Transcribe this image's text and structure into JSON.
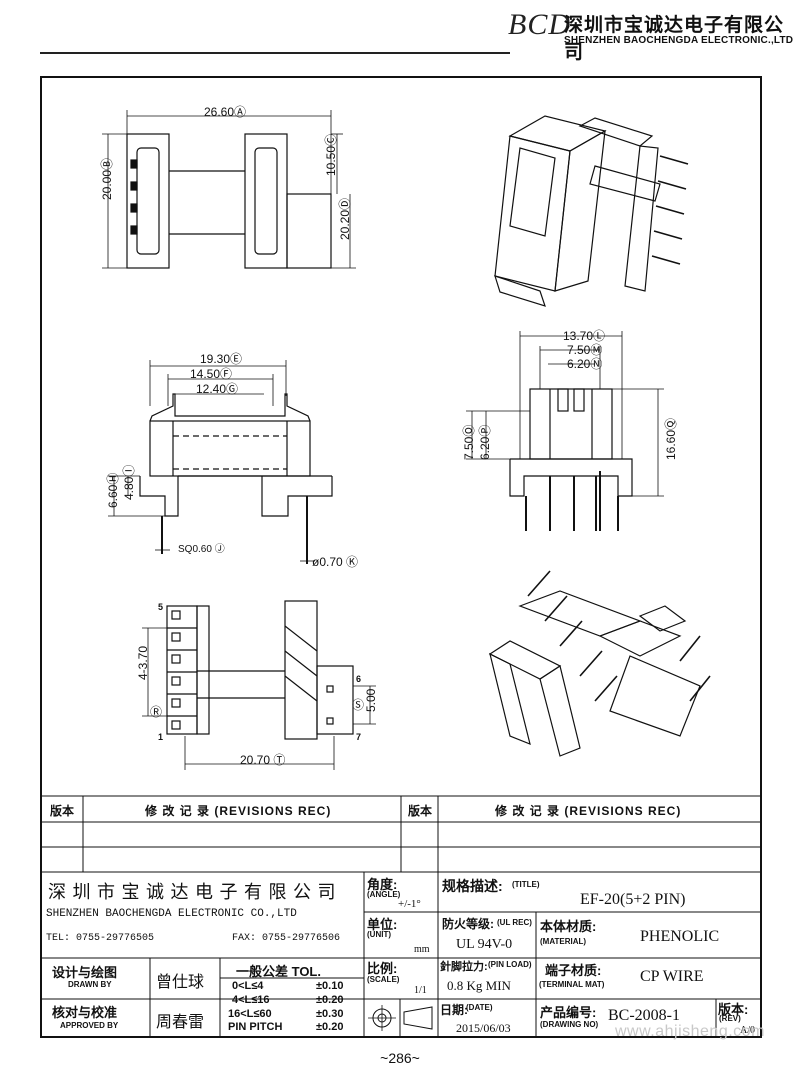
{
  "header": {
    "logo": "BCD",
    "company_cn": "深圳市宝诚达电子有限公司",
    "company_en": "SHENZHEN BAOCHENGDA ELECTRONIC.,LTD"
  },
  "dimensions": {
    "d1": "26.60Ⓐ",
    "d2": "20.00Ⓑ",
    "d3": "10.50Ⓒ",
    "d4": "20.20Ⓓ",
    "d5": "19.30Ⓔ",
    "d6": "14.50Ⓕ",
    "d7": "12.40Ⓖ",
    "d8": "6.60Ⓗ",
    "d9": "4.80Ⓘ",
    "d10": "SQ0.60 Ⓙ",
    "d11": "ø0.70 Ⓚ",
    "d12": "13.70Ⓛ",
    "d13": "7.50Ⓜ",
    "d14": "6.20Ⓝ",
    "d15": "7.50Ⓞ",
    "d16": "6.20Ⓟ",
    "d17": "16.60Ⓠ",
    "d18": "4-3.70",
    "d19": "Ⓡ",
    "d20": "Ⓢ",
    "d21": "5.00",
    "d22": "20.70 Ⓣ",
    "pin5": "5",
    "pin1": "1",
    "pin6": "6",
    "pin7": "7"
  },
  "revisions": {
    "col1": "版本",
    "col2": "修 改 记 录  (REVISIONS REC)",
    "col3": "版本",
    "col4": "修 改 记 录  (REVISIONS REC)"
  },
  "title_block": {
    "company_cn": "深 圳 市 宝 诚 达 电 子 有 限 公 司",
    "company_en": "SHENZHEN BAOCHENGDA ELECTRONIC CO.,LTD",
    "tel": "TEL: 0755-29776505",
    "fax": "FAX: 0755-29776506",
    "angle_label": "角度:",
    "angle_en": "(ANGLE)",
    "angle_val": "+/-1°",
    "title_label": "规格描述:",
    "title_en": "(TITLE)",
    "title_val": "EF-20(5+2 PIN)",
    "unit_label": "单位:",
    "unit_en": "(UNIT)",
    "unit_val": "mm",
    "ul_label": "防火等级:",
    "ul_en": "(UL REC)",
    "ul_val": "UL 94V-0",
    "material_label": "本体材质:",
    "material_en": "(MATERIAL)",
    "material_val": "PHENOLIC",
    "drawn_label": "设计与绘图",
    "drawn_en": "DRAWN BY",
    "drawn_val": "曾仕球",
    "tol_label": "一般公差 TOL.",
    "tol_rows": [
      {
        "range": "0<L≤4",
        "val": "±0.10"
      },
      {
        "range": "4<L≤16",
        "val": "±0.20"
      },
      {
        "range": "16<L≤60",
        "val": "±0.30"
      },
      {
        "range": "PIN PITCH",
        "val": "±0.20"
      }
    ],
    "scale_label": "比例:",
    "scale_en": "(SCALE)",
    "scale_val": "1/1",
    "pin_load_label": "針脚拉力:",
    "pin_load_en": "(PIN LOAD)",
    "pin_load_val": "0.8 Kg MIN",
    "terminal_label": "端子材质:",
    "terminal_en": "(TERMINAL MAT)",
    "terminal_val": "CP WIRE",
    "approved_label": "核对与校准",
    "approved_en": "APPROVED BY",
    "approved_val": "周春雷",
    "date_label": "日期:",
    "date_en": "(DATE)",
    "date_val": "2015/06/03",
    "drawing_label": "产品编号:",
    "drawing_en": "(DRAWING NO)",
    "drawing_val": "BC-2008-1",
    "rev_label": "版本:",
    "rev_en": "(REV)",
    "rev_val": "A/0"
  },
  "footer": {
    "page": "~286~",
    "watermark": "www.ahjisheng.com"
  }
}
